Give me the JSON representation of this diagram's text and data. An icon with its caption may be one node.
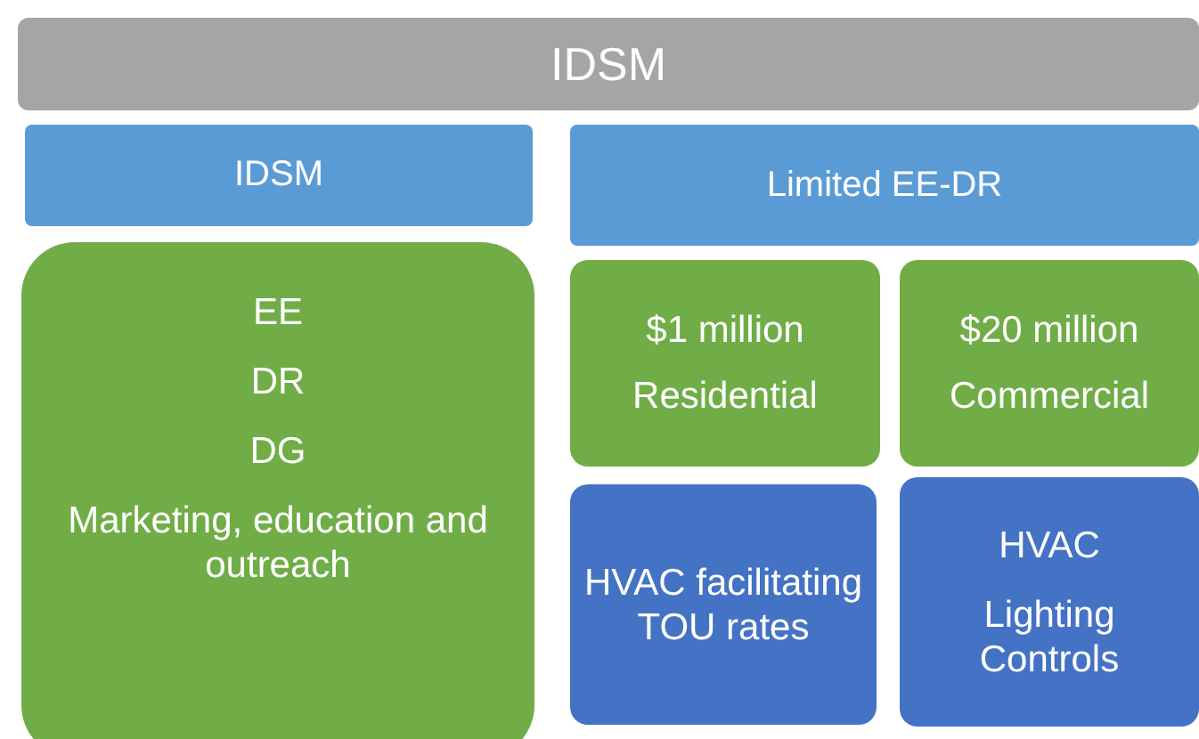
{
  "diagram": {
    "nodes": [
      {
        "text": [
          "IDSM"
        ]
      },
      {
        "text": [
          "IDSM"
        ]
      },
      {
        "text": [
          "EE",
          "DR",
          "DG",
          "Marketing, education and outreach"
        ]
      },
      {
        "text": [
          "Limited EE-DR"
        ]
      },
      {
        "text": [
          "$1 million",
          "Residential"
        ]
      },
      {
        "text": [
          "$20 million",
          "Commercial"
        ]
      },
      {
        "text": [
          "HVAC facilitating TOU rates"
        ]
      },
      {
        "text": [
          "HVAC",
          "Lighting Controls"
        ]
      }
    ]
  }
}
